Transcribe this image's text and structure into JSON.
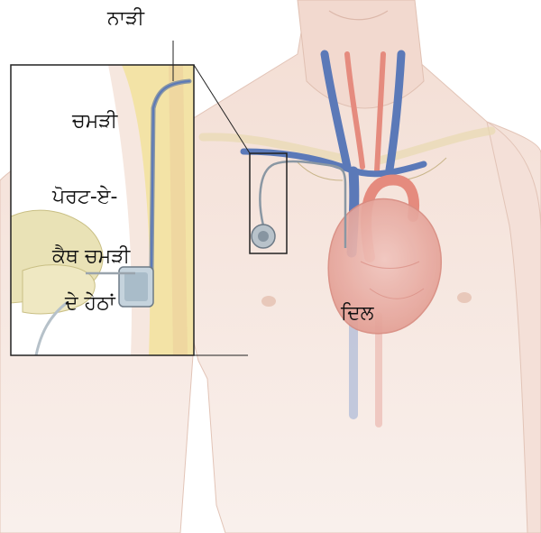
{
  "labels": {
    "vein": "ਨਾੜੀ",
    "skin": "ਚਮੜੀ",
    "port_line1": "ਪੋਰਟ-ਏ-",
    "port_line2": "ਕੈਥ ਚਮੜੀ",
    "port_line3": "ਦੇ ਹੇਠਾਂ",
    "heart": "ਦਿਲ"
  },
  "colors": {
    "skin": "#f6e7df",
    "fat": "#f3e3a6",
    "vein": "#5b79b8",
    "artery": "#e58b7e",
    "heart": "#eab0a8",
    "device": "#b8c2ca",
    "callout_border": "#222222"
  }
}
